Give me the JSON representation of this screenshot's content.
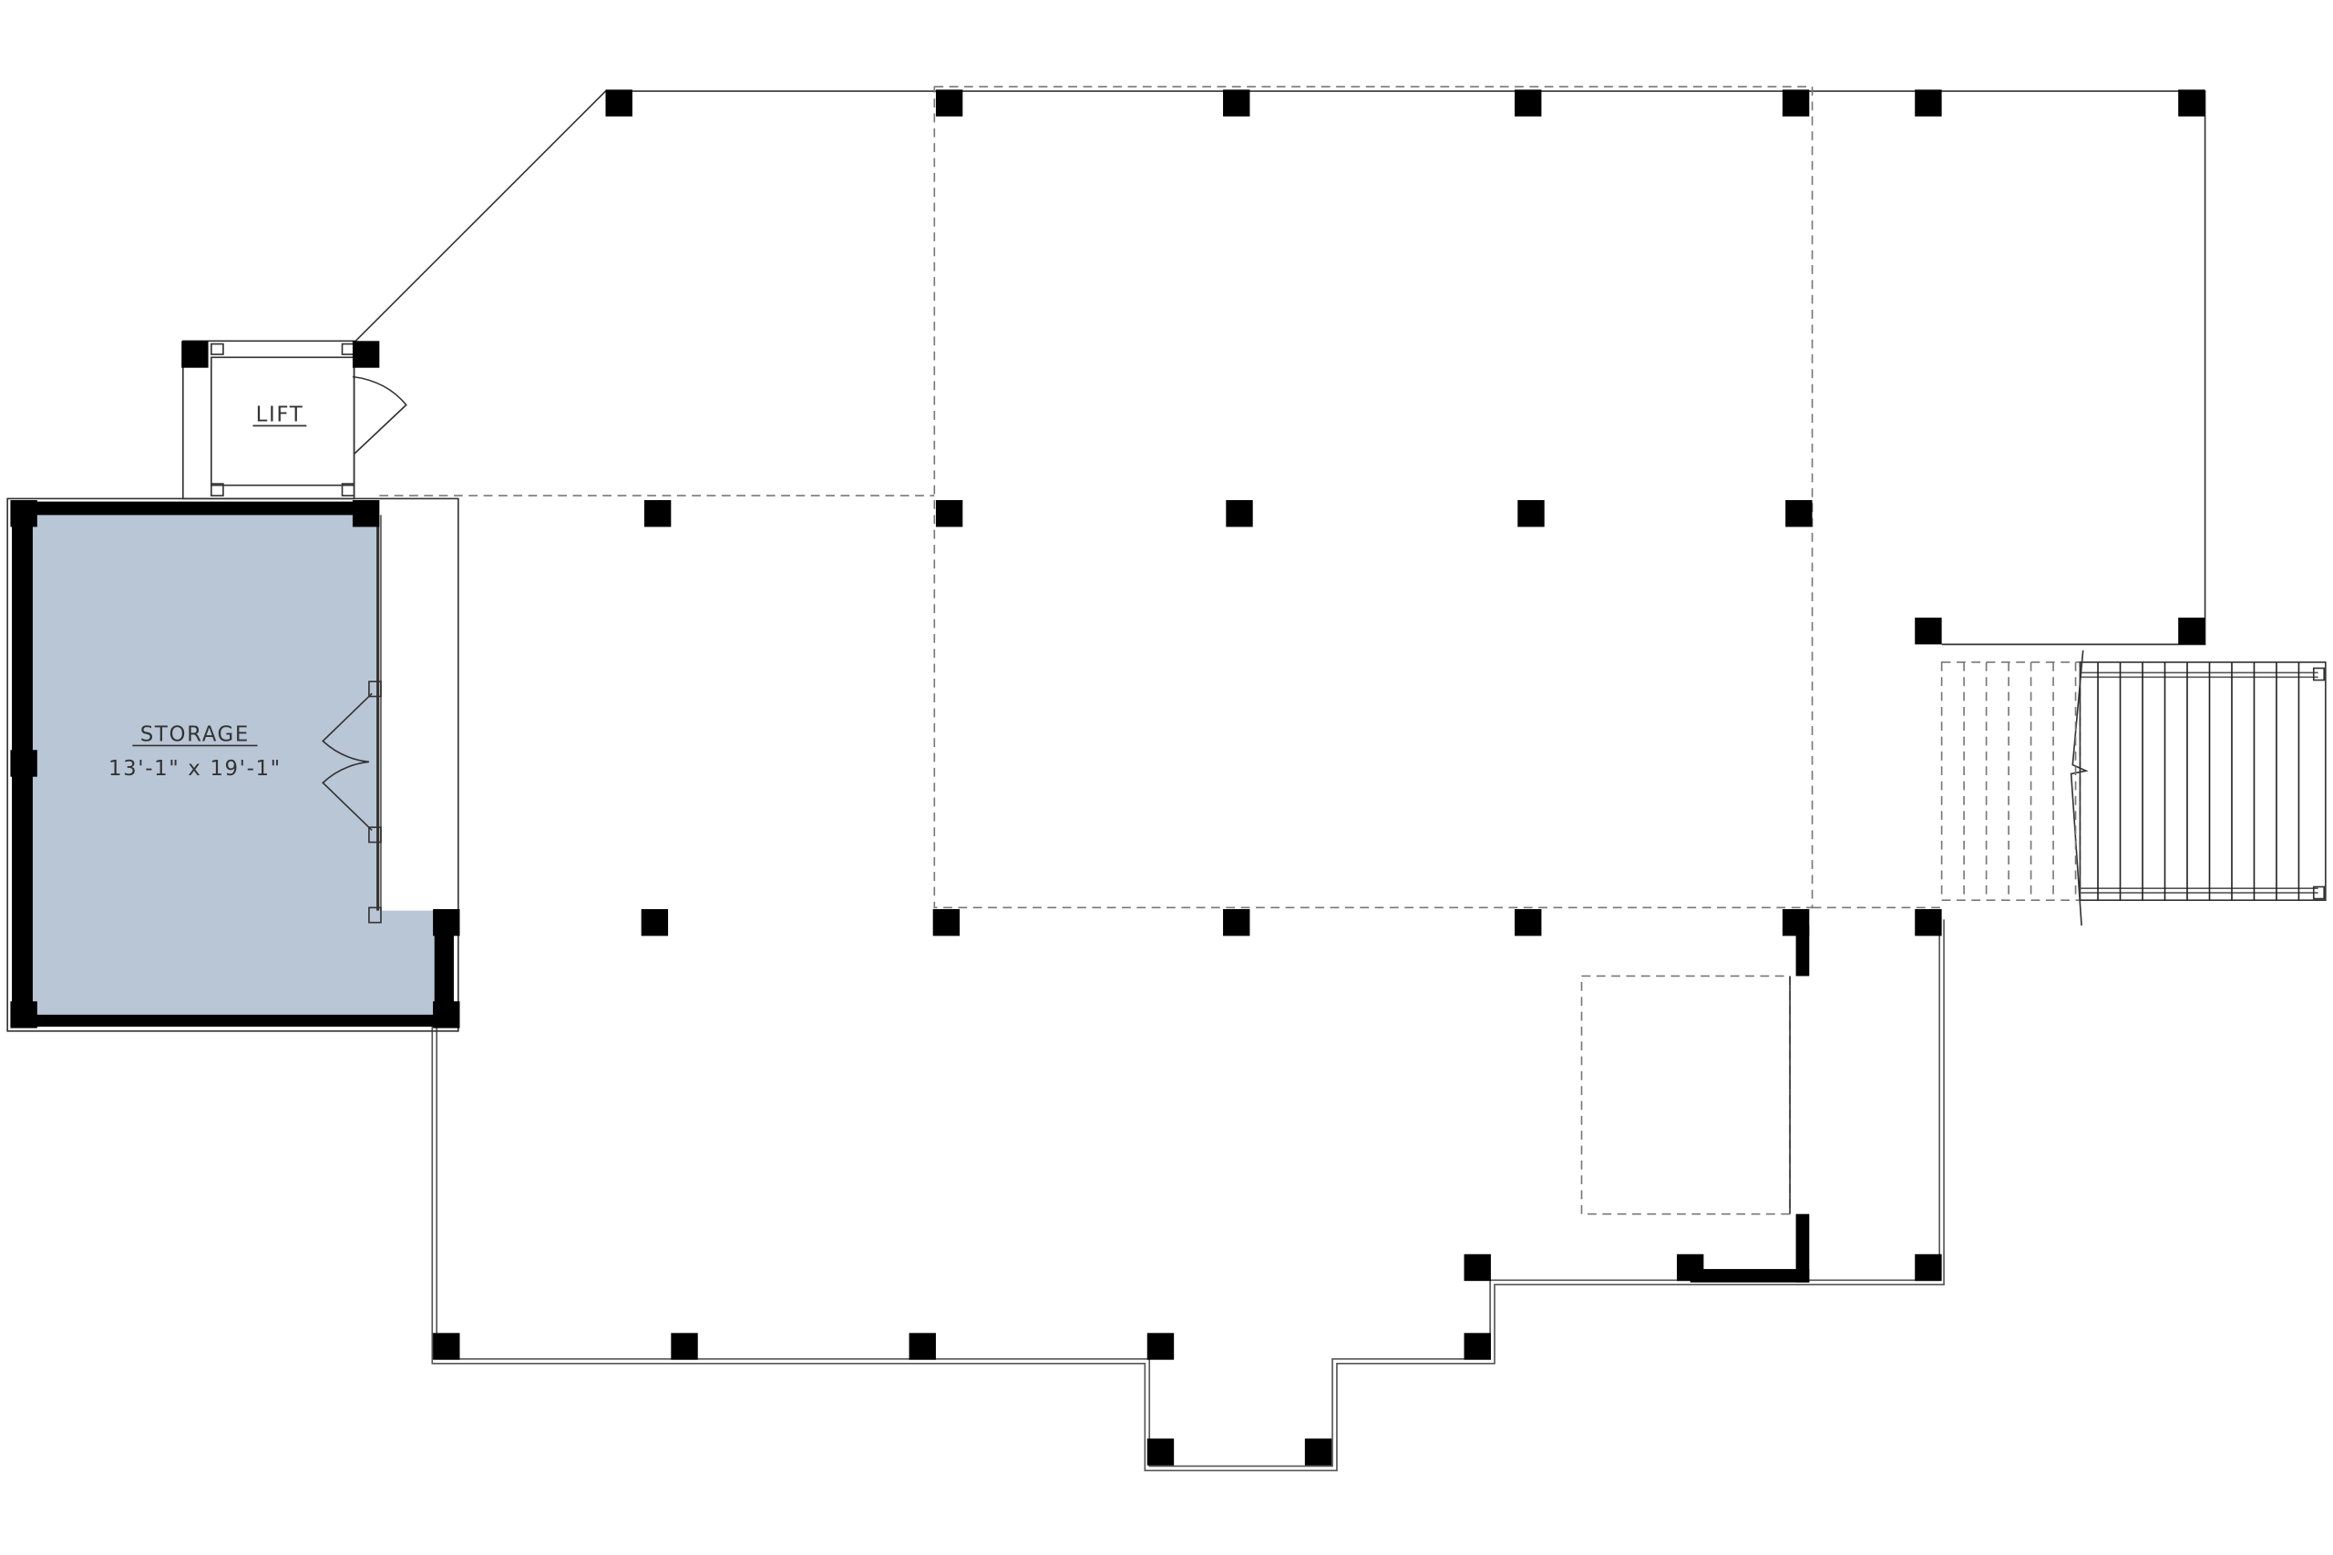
{
  "plan": {
    "rooms": [
      {
        "id": "lift",
        "label": "LIFT"
      },
      {
        "id": "storage",
        "label": "STORAGE",
        "dimensions": "13'-1\" x 19'-1\""
      }
    ],
    "colors": {
      "storage_fill": "#b9c6d6",
      "wall": "#000000",
      "line": "#333333"
    }
  }
}
